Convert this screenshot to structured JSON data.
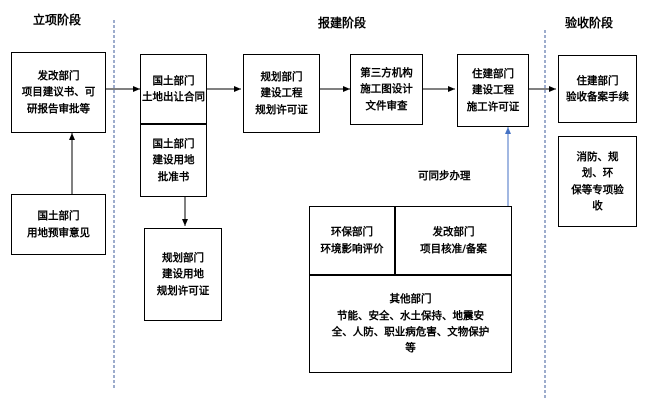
{
  "phases": {
    "project": "立项阶段",
    "construction": "报建阶段",
    "acceptance": "验收阶段"
  },
  "boxes": {
    "fagai_project": {
      "dept": "发改部门",
      "lines": [
        "项目建议书、可",
        "研报告审批等"
      ]
    },
    "guotu_preview": {
      "dept": "国土部门",
      "lines": [
        "用地预审意见"
      ]
    },
    "guotu_land_contract": {
      "dept": "国土部门",
      "lines": [
        "土地出让合同"
      ]
    },
    "guotu_land_approval": {
      "dept": "国土部门",
      "lines": [
        "建设用地",
        "批准书"
      ]
    },
    "guihua_land_permit": {
      "dept": "规划部门",
      "lines": [
        "建设用地",
        "规划许可证"
      ]
    },
    "guihua_engineering_permit": {
      "dept": "规划部门",
      "lines": [
        "建设工程",
        "规划许可证"
      ]
    },
    "third_party_review": {
      "dept": "第三方机构",
      "lines": [
        "施工图设计",
        "文件审查"
      ]
    },
    "zhujian_construction_permit": {
      "dept": "住建部门",
      "lines": [
        "建设工程",
        "施工许可证"
      ]
    },
    "zhujian_acceptance": {
      "dept": "住建部门",
      "lines": [
        "验收备案手续"
      ]
    },
    "special_acceptance": {
      "dept": "",
      "lines": [
        "消防、规",
        "划、环",
        "保等专项验",
        "收"
      ]
    },
    "huanbao": {
      "dept": "环保部门",
      "lines": [
        "环境影响评价"
      ]
    },
    "fagai_filing": {
      "dept": "发改部门",
      "lines": [
        "项目核准/备案"
      ]
    },
    "other_depts": {
      "dept": "其他部门",
      "lines": [
        "节能、安全、水土保持、地震安",
        "全、人防、职业病危害、文物保护",
        "等"
      ]
    }
  },
  "parallel_note": "可同步办理",
  "colors": {
    "divider": "#3b5a9a",
    "parallel_arrow": "#4472c4",
    "arrow": "#000000"
  }
}
